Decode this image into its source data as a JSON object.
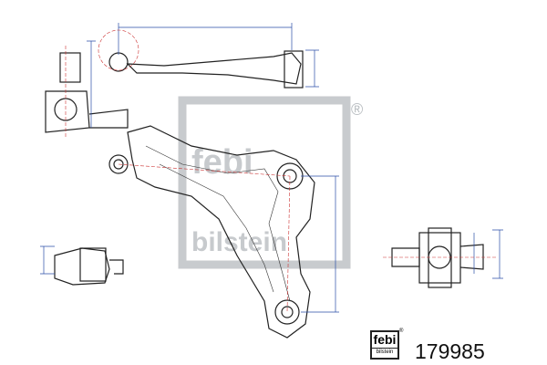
{
  "brand": {
    "logo_top": "febi",
    "logo_bottom": "bilstein",
    "registered": "®"
  },
  "watermark": {
    "logo_top": "febi",
    "logo_bottom": "bilstein",
    "registered": "®"
  },
  "part_number": "179985",
  "colors": {
    "dimension_lines": "#2b4fa8",
    "center_lines": "#c33333",
    "watermark": "#9aa0a6"
  }
}
